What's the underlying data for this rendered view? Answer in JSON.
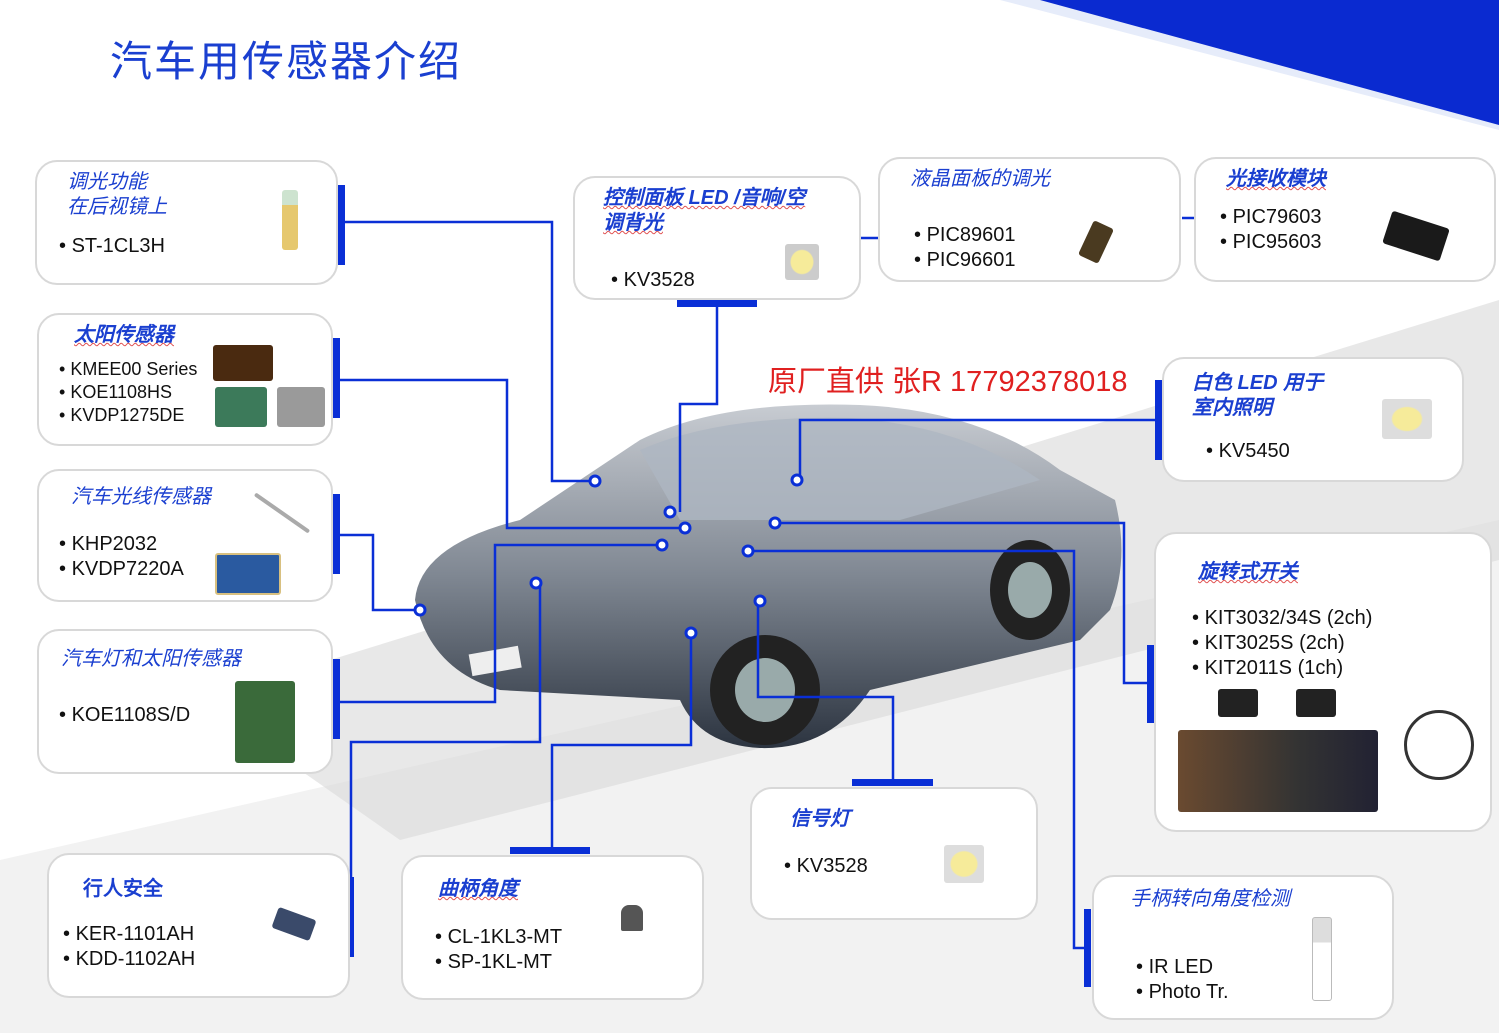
{
  "title": "汽车用传感器介绍",
  "notice": "原厂直供 张R 17792378018",
  "boxes": {
    "mirror": {
      "heading": "调光功能\n在后视镜上",
      "items": [
        "ST-1CL3H"
      ]
    },
    "sun": {
      "heading": "太阳传感器",
      "items": [
        "KMEE00 Series",
        "KOE1108HS",
        "KVDP1275DE"
      ]
    },
    "light": {
      "heading": "汽车光线传感器",
      "items": [
        "KHP2032",
        "KVDP7220A"
      ]
    },
    "lamp": {
      "heading": "汽车灯和太阳传感器",
      "items": [
        "KOE1108S/D"
      ]
    },
    "pedestrian": {
      "heading": "行人安全",
      "items": [
        "KER-1101AH",
        "KDD-1102AH"
      ]
    },
    "crank": {
      "heading": "曲柄角度",
      "items": [
        "CL-1KL3-MT",
        "SP-1KL-MT"
      ]
    },
    "signal": {
      "heading": "信号灯",
      "items": [
        "KV3528"
      ]
    },
    "steering": {
      "heading": "手柄转向角度检测",
      "items": [
        "IR LED",
        "Photo Tr."
      ]
    },
    "rotary": {
      "heading": "旋转式开关",
      "items": [
        "KIT3032/34S (2ch)",
        "KIT3025S (2ch)",
        "KIT2011S (1ch)"
      ]
    },
    "white": {
      "heading": "白色 LED 用于\n室内照明",
      "items": [
        "KV5450"
      ]
    },
    "panel": {
      "heading": "控制面板 LED /音响/空\n调背光",
      "items": [
        "KV3528"
      ]
    },
    "lcd": {
      "heading": "液晶面板的调光",
      "items": [
        "PIC89601",
        "PIC96601"
      ]
    },
    "receiver": {
      "heading": "光接收模块",
      "items": [
        "PIC79603",
        "PIC95603"
      ]
    }
  },
  "colors": {
    "accent": "#1a3fd0",
    "connector": "#0a2fd6",
    "notice": "#e02020"
  }
}
